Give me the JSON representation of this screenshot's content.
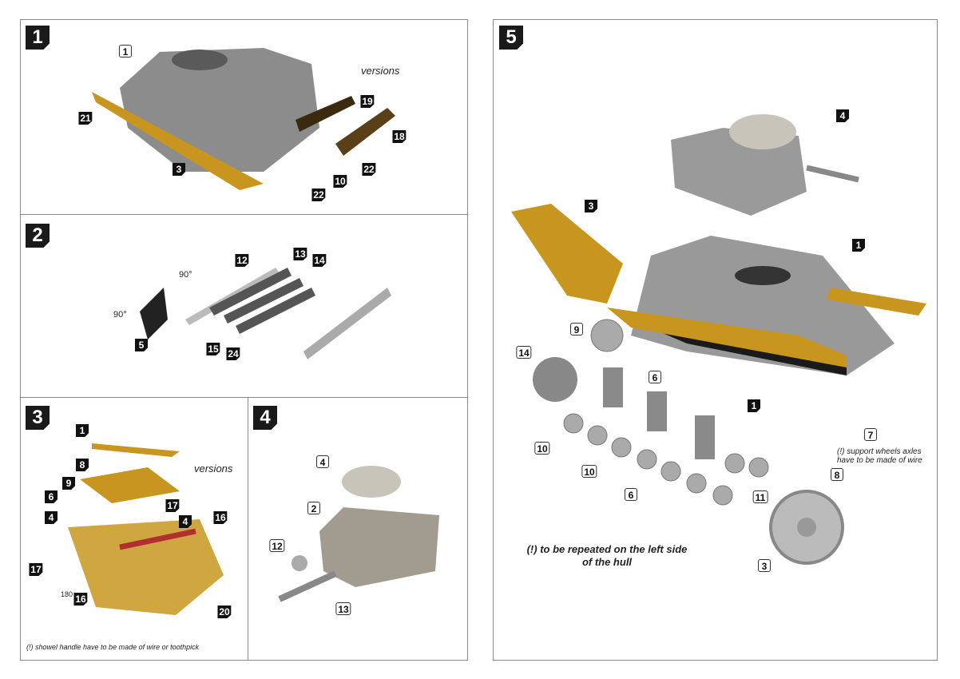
{
  "steps": [
    "1",
    "2",
    "3",
    "4",
    "5"
  ],
  "panel1": {
    "labels": [
      "1",
      "21",
      "19",
      "18",
      "3",
      "22",
      "10",
      "22"
    ],
    "versions": "versions"
  },
  "panel2": {
    "labels": [
      "12",
      "13",
      "14",
      "5",
      "15",
      "24"
    ],
    "angle_a": "90°",
    "angle_b": "90°"
  },
  "panel3": {
    "labels": [
      "1",
      "8",
      "9",
      "6",
      "4",
      "17",
      "4",
      "16",
      "17",
      "16",
      "20"
    ],
    "versions": "versions",
    "angle": "180",
    "note": "(!) showel handle have to be made of wire or toothpick"
  },
  "panel4": {
    "labels": [
      "4",
      "2",
      "12",
      "13"
    ]
  },
  "panel5": {
    "labels": [
      "4",
      "3",
      "1",
      "9",
      "14",
      "6",
      "1",
      "10",
      "10",
      "6",
      "11",
      "7",
      "8",
      "3"
    ],
    "note_axles": [
      "(!) support wheels axles",
      "have to be made of wire"
    ],
    "note_repeat": [
      "(!) to be repeated on the left side",
      "of the hull"
    ]
  },
  "colors": {
    "hull": "#8c8c8c",
    "brass": "#c8961e",
    "label_black": "#111111"
  }
}
